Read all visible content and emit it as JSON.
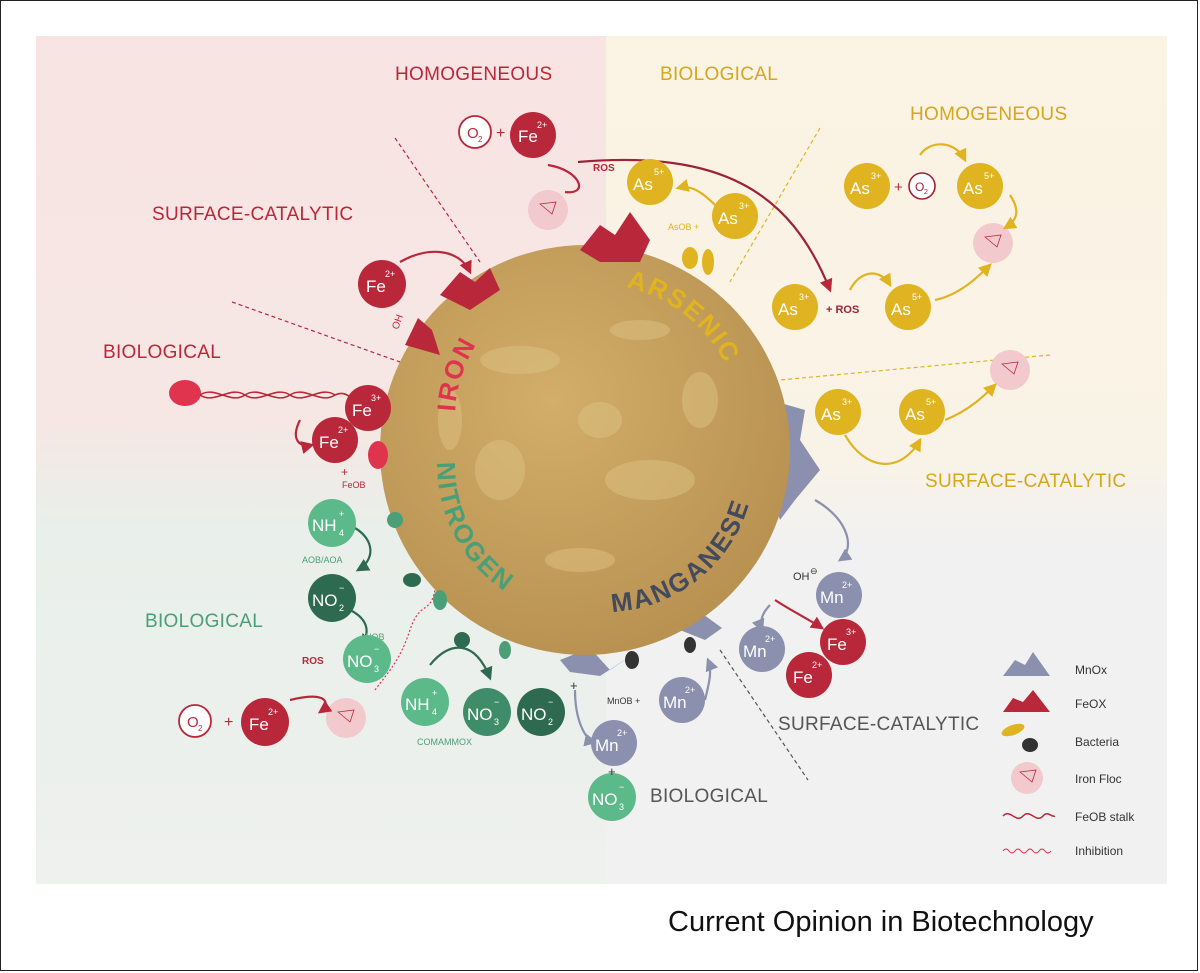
{
  "sections": {
    "iron_homogeneous": "HOMOGENEOUS",
    "iron_surface": "SURFACE-CATALYTIC",
    "iron_biological": "BIOLOGICAL",
    "arsenic_biological": "BIOLOGICAL",
    "arsenic_homogeneous": "HOMOGENEOUS",
    "arsenic_surface": "SURFACE-CATALYTIC",
    "nitrogen_biological": "BIOLOGICAL",
    "manganese_surface": "SURFACE-CATALYTIC",
    "manganese_biological": "BIOLOGICAL"
  },
  "sphere_labels": {
    "iron": "IRON",
    "arsenic": "ARSENIC",
    "nitrogen": "NITROGEN",
    "manganese": "MANGANESE"
  },
  "ions": {
    "o2": "O",
    "o2_sub": "2",
    "fe": "Fe",
    "fe2_sup": "2+",
    "fe3_sup": "3+",
    "as": "As",
    "as3_sup": "3+",
    "as5_sup": "5+",
    "mn": "Mn",
    "mn2_sup": "2+",
    "nh": "NH",
    "nh_sub": "4",
    "nh_sup": "+",
    "no": "NO",
    "no2_sub": "2",
    "no3_sub": "3",
    "no_sup": "−"
  },
  "labels": {
    "ros": "ROS",
    "plus_ros": "+ ROS",
    "asob": "AsOB +",
    "feob": "FeOB",
    "aob_aoa": "AOB/AOA",
    "nob": "NOB",
    "comammox": "COMAMMOX",
    "mnob": "MnOB +",
    "oh": "OH",
    "oh_sup": "⊖",
    "plus": "+",
    "oh_iron": "OH"
  },
  "legend": [
    {
      "label": "MnOx",
      "icon": "mnox-icon"
    },
    {
      "label": "FeOX",
      "icon": "feox-icon"
    },
    {
      "label": "Bacteria",
      "icon": "bacteria-icon"
    },
    {
      "label": "Iron Floc",
      "icon": "iron-floc-icon"
    },
    {
      "label": "FeOB stalk",
      "icon": "feob-stalk-icon"
    },
    {
      "label": "Inhibition",
      "icon": "inhibition-icon"
    }
  ],
  "footer": "Current Opinion in Biotechnology",
  "colors": {
    "iron": "#b8283a",
    "arsenic": "#e0b321",
    "nitrogen": "#4a9f77",
    "manganese": "#7d84a5",
    "sphere": "#c9a35f"
  }
}
